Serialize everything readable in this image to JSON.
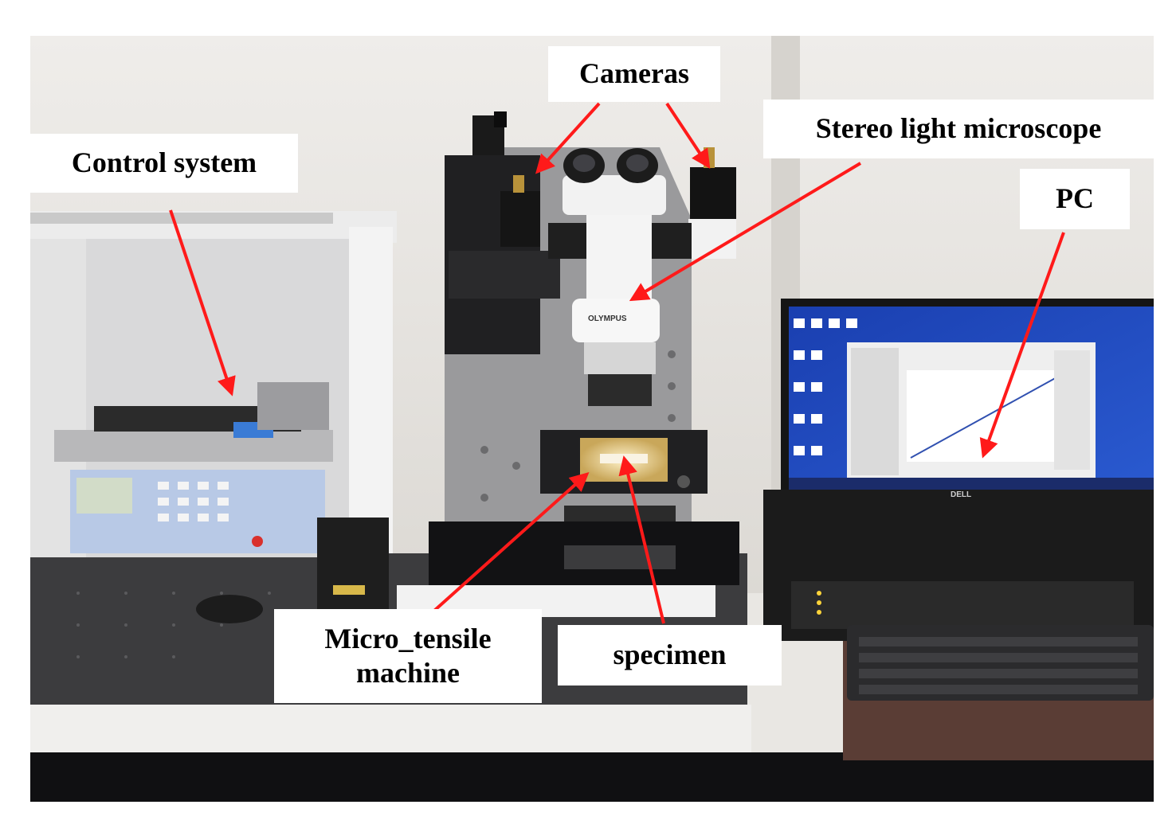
{
  "labels": {
    "cameras": "Cameras",
    "control_system": "Control system",
    "stereo_microscope": "Stereo light microscope",
    "pc": "PC",
    "micro_tensile_line1": "Micro_tensile",
    "micro_tensile_line2": "machine",
    "specimen": "specimen",
    "microscope_brand": "OLYMPUS",
    "monitor_brand": "DELL"
  },
  "colors": {
    "arrow": "#ff1a1a",
    "callout_bg": "#ffffff",
    "callout_text": "#000000"
  }
}
